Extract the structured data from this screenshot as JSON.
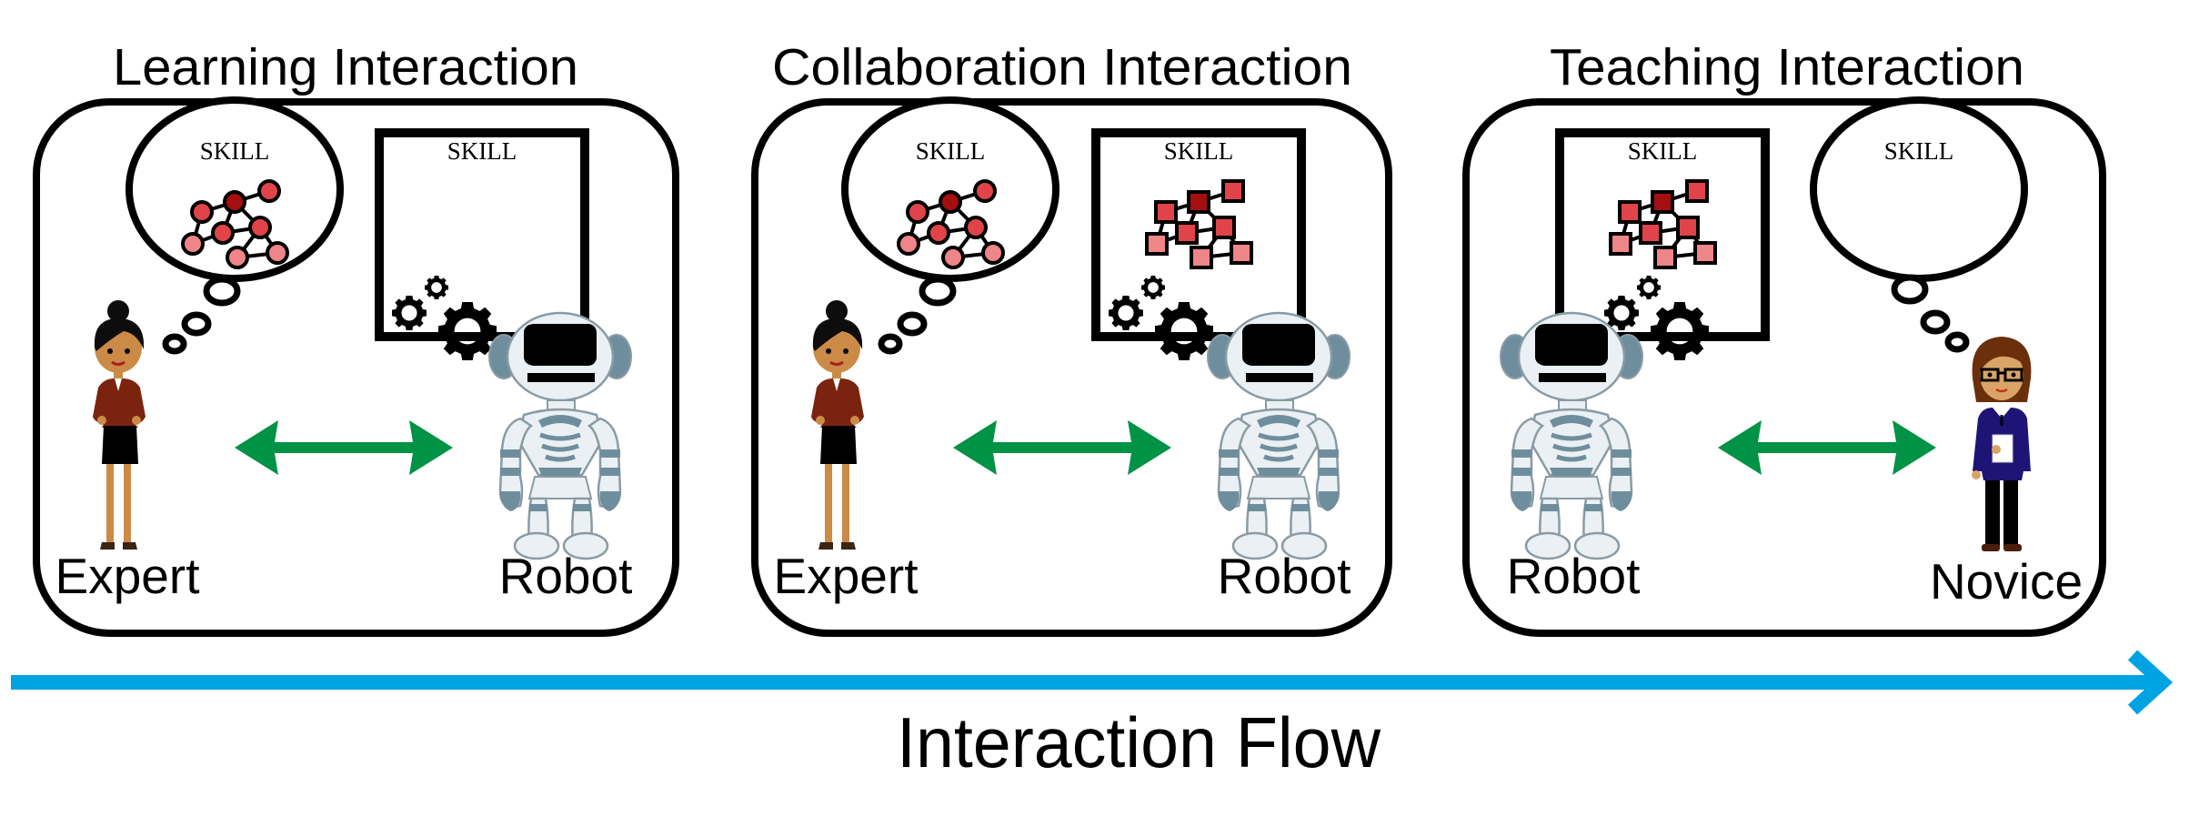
{
  "figure": {
    "flow_label": "Interaction Flow",
    "flow_arrow_color": "#00A3E2",
    "exchange_arrow_color": "#009245",
    "node_colors": {
      "root": "#A50F0F",
      "mid": "#E0444A",
      "light": "#EE8588"
    }
  },
  "panels": [
    {
      "title": "Learning Interaction",
      "left_agent": {
        "kind": "expert",
        "label": "Expert"
      },
      "right_agent": {
        "kind": "robot",
        "label": "Robot"
      },
      "left_container": {
        "kind": "thought-bubble",
        "label": "SKILL",
        "content": "circle-graph"
      },
      "right_container": {
        "kind": "screen",
        "label": "SKILL",
        "content": "empty"
      },
      "exchange": "bidirectional"
    },
    {
      "title": "Collaboration Interaction",
      "left_agent": {
        "kind": "expert",
        "label": "Expert"
      },
      "right_agent": {
        "kind": "robot",
        "label": "Robot"
      },
      "left_container": {
        "kind": "thought-bubble",
        "label": "SKILL",
        "content": "circle-graph"
      },
      "right_container": {
        "kind": "screen",
        "label": "SKILL",
        "content": "square-graph"
      },
      "exchange": "bidirectional"
    },
    {
      "title": "Teaching Interaction",
      "left_agent": {
        "kind": "robot",
        "label": "Robot"
      },
      "right_agent": {
        "kind": "novice",
        "label": "Novice"
      },
      "left_container": {
        "kind": "screen",
        "label": "SKILL",
        "content": "square-graph"
      },
      "right_container": {
        "kind": "thought-bubble",
        "label": "SKILL",
        "content": "empty"
      },
      "exchange": "bidirectional"
    }
  ]
}
